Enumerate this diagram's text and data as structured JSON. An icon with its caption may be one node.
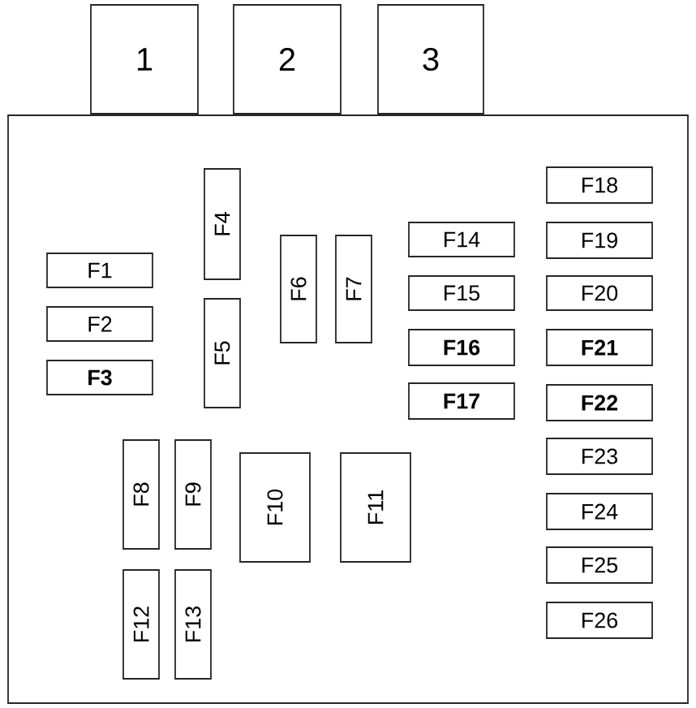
{
  "diagram": {
    "nodes": [
      {
        "text": [
          "1"
        ]
      },
      {
        "text": [
          "2"
        ]
      },
      {
        "text": [
          "3"
        ]
      },
      {
        "text": [],
        "shape": "box"
      },
      {
        "text": [
          "F1"
        ],
        "in": 3
      },
      {
        "text": [
          "F2"
        ],
        "in": 3
      },
      {
        "text": [
          "F3"
        ],
        "in": 3
      },
      {
        "text": [
          "F4"
        ],
        "in": 3
      },
      {
        "text": [
          "F5"
        ],
        "in": 3
      },
      {
        "text": [
          "F6"
        ],
        "in": 3
      },
      {
        "text": [
          "F7"
        ],
        "in": 3
      },
      {
        "text": [
          "F8"
        ],
        "in": 3
      },
      {
        "text": [
          "F9"
        ],
        "in": 3
      },
      {
        "text": [
          "F10"
        ],
        "in": 3
      },
      {
        "text": [
          "F11"
        ],
        "in": 3
      },
      {
        "text": [
          "F12"
        ],
        "in": 3
      },
      {
        "text": [
          "F13"
        ],
        "in": 3
      },
      {
        "text": [
          "F14"
        ],
        "in": 3
      },
      {
        "text": [
          "F15"
        ],
        "in": 3
      },
      {
        "text": [
          "F16"
        ],
        "in": 3
      },
      {
        "text": [
          "F17"
        ],
        "in": 3
      },
      {
        "text": [
          "F18"
        ],
        "in": 3
      },
      {
        "text": [
          "F19"
        ],
        "in": 3
      },
      {
        "text": [
          "F20"
        ],
        "in": 3
      },
      {
        "text": [
          "F21"
        ],
        "in": 3
      },
      {
        "text": [
          "F22"
        ],
        "in": 3
      },
      {
        "text": [
          "F23"
        ],
        "in": 3
      },
      {
        "text": [
          "F24"
        ],
        "in": 3
      },
      {
        "text": [
          "F25"
        ],
        "in": 3
      },
      {
        "text": [
          "F26"
        ],
        "in": 3
      }
    ]
  }
}
